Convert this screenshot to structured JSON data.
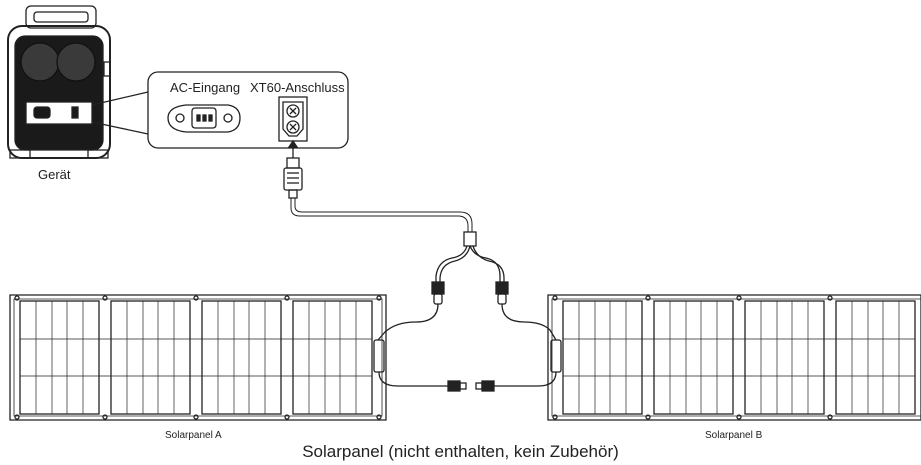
{
  "labels": {
    "device": "Gerät",
    "ac_input": "AC-Eingang",
    "xt60_port": "XT60-Anschluss",
    "panel_a": "Solarpanel A",
    "panel_b": "Solarpanel B",
    "caption": "Solarpanel (nicht enthalten, kein Zubehör)"
  },
  "icons": [
    "power-station-icon",
    "ac-inlet-icon",
    "xt60-port-icon",
    "xt60-plug-icon",
    "y-splitter-icon",
    "mc4-connector-icon",
    "solar-panel-icon"
  ],
  "colors": {
    "line": "#222222",
    "background": "#ffffff"
  }
}
